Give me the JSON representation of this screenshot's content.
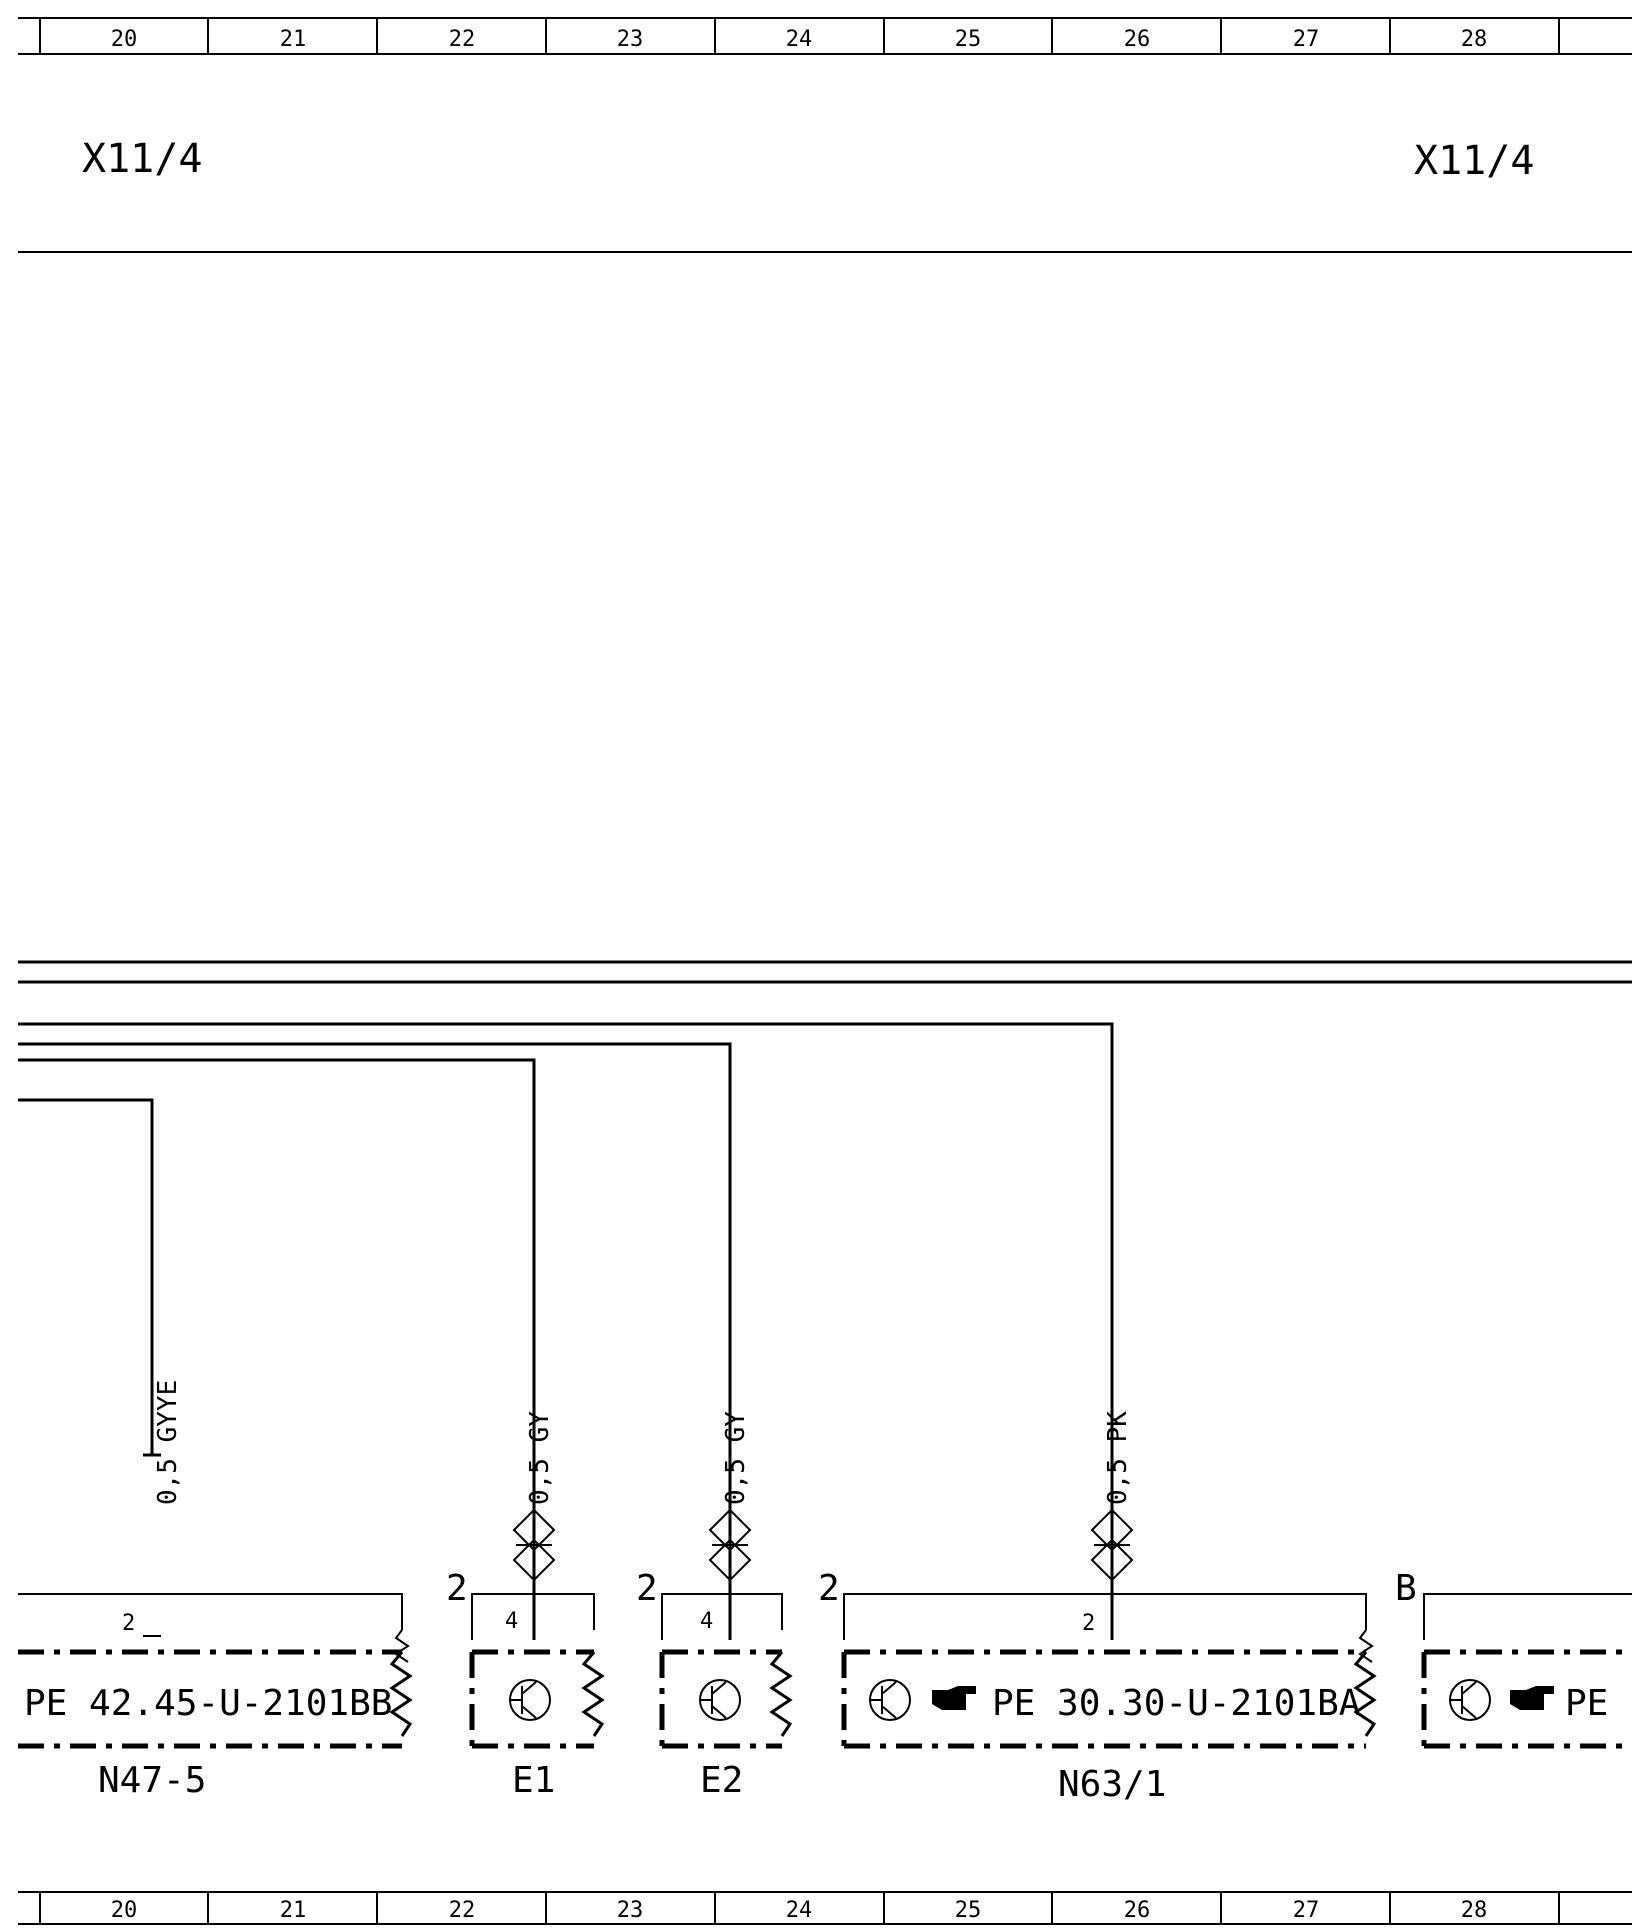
{
  "grid_columns": [
    "20",
    "21",
    "22",
    "23",
    "24",
    "25",
    "26",
    "27",
    "28"
  ],
  "connector_labels": {
    "left": "X11/4",
    "right": "X11/4"
  },
  "wires": [
    {
      "id": "w1",
      "label": "0,5 GYYE"
    },
    {
      "id": "w2",
      "label": "0,5 GY"
    },
    {
      "id": "w3",
      "label": "0,5 GY"
    },
    {
      "id": "w4",
      "label": "0,5 PK"
    }
  ],
  "components": [
    {
      "name": "N47-5",
      "ref_text": "PE  42.45-U-2101BB",
      "pin_outer": "",
      "pin_inner": "2"
    },
    {
      "name": "E1",
      "ref_text": "",
      "pin_outer": "2",
      "pin_inner": "4"
    },
    {
      "name": "E2",
      "ref_text": "",
      "pin_outer": "2",
      "pin_inner": "4"
    },
    {
      "name": "N63/1",
      "ref_text": "PE  30.30-U-2101BA",
      "pin_outer": "2",
      "pin_inner": "2"
    },
    {
      "name": "",
      "ref_text": "PE",
      "pin_outer": "B",
      "pin_inner": ""
    }
  ]
}
